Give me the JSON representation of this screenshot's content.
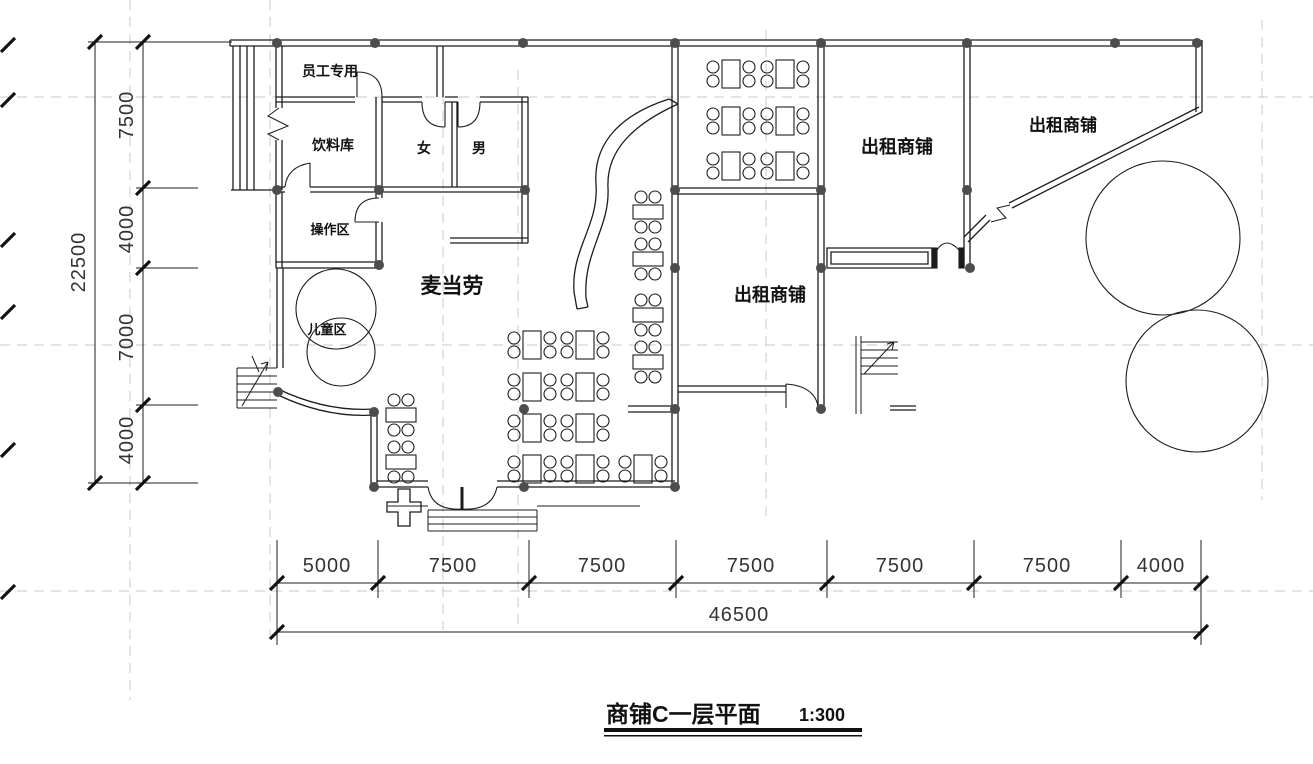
{
  "drawing": {
    "title": "商铺C一层平面",
    "scale": "1:300"
  },
  "rooms": {
    "staff_only": "员工专用",
    "beverage_store": "饮料库",
    "female_wc": "女",
    "male_wc": "男",
    "operation_area": "操作区",
    "mcdonalds": "麦当劳",
    "kids_area": "儿童区",
    "rental_shop_1": "出租商铺",
    "rental_shop_2": "出租商铺",
    "rental_shop_3": "出租商铺"
  },
  "dimensions": {
    "left": {
      "total": "22500",
      "segments": [
        "7500",
        "4000",
        "7000",
        "4000"
      ]
    },
    "bottom": {
      "total": "46500",
      "segments": [
        "5000",
        "7500",
        "7500",
        "7500",
        "7500",
        "7500",
        "4000"
      ]
    }
  },
  "colors": {
    "ink": "#1c1c1c",
    "column_fill": "#4d4d4d",
    "grid": "#c8c8c8",
    "dim_text": "#333333"
  }
}
